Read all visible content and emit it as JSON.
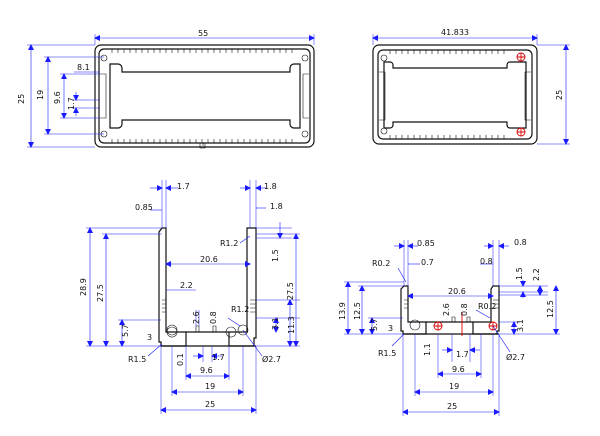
{
  "front_view": {
    "width": "55",
    "height": "25",
    "inner_height": "19",
    "slot_depth": "9.6",
    "slot_width": "1.7",
    "lip": "8.1"
  },
  "end_view": {
    "width": "41.833",
    "height": "25"
  },
  "profile_large": {
    "top_wall_left": "1.7",
    "top_wall_right": "1.8",
    "left_fin": "0.85",
    "right_fin": "1.8",
    "fillet_top": "R1.2",
    "inner_width": "20.6",
    "side_step": "1.5",
    "total_height": "28.9",
    "inner_height_left": "27.5",
    "inner_height_right": "27.5",
    "ledge": "2.2",
    "web_a": "2.6",
    "web_b": "0.8",
    "fillet_low": "R1.2",
    "slot_h": "3.1",
    "slot_total": "11.3",
    "base_a": "5.7",
    "base_b": "3",
    "fillet_base": "R1.5",
    "gap": "0.1",
    "center_gap": "1.7",
    "hole": "Ø2.7",
    "inner_base": "9.6",
    "span": "19",
    "overall": "25"
  },
  "profile_small": {
    "left_fin": "0.85",
    "right_fin": "0.8",
    "fillet_top": "R0.2",
    "fin_a": "0.7",
    "fin_b": "0.8",
    "inner_width": "20.6",
    "step": "1.5",
    "step_b": "2.2",
    "total_height": "13.9",
    "inner_height": "12.5",
    "right_height": "12.5",
    "fillet_low": "R0.2",
    "base_a": "5.7",
    "base_b": "3",
    "web_a": "2.6",
    "web_b": "0.8",
    "slot_h": "3.1",
    "fillet_base": "R1.5",
    "gap": "1.1",
    "center_gap": "1.7",
    "hole": "Ø2.7",
    "inner_base": "9.6",
    "span": "19",
    "overall": "25"
  }
}
